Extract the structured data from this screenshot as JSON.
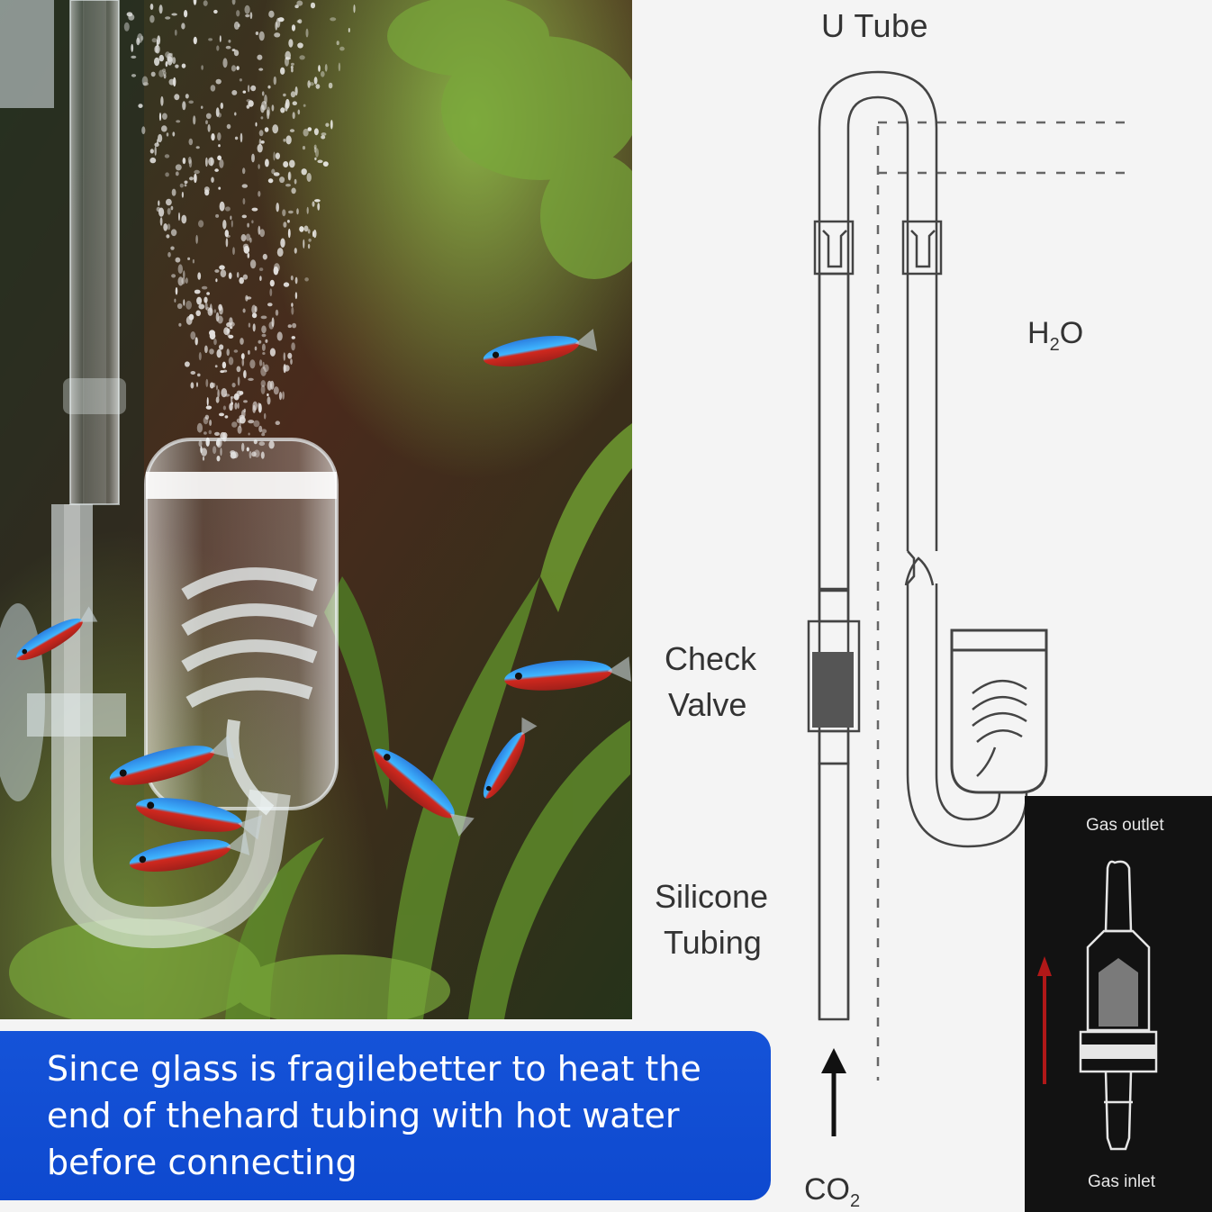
{
  "labels": {
    "u_tube": "U Tube",
    "h2o_main": "H",
    "h2o_sub": "2",
    "h2o_end": "O",
    "check_valve_line1": "Check",
    "check_valve_line2": "Valve",
    "silicone_line1": "Silicone",
    "silicone_line2": "Tubing",
    "co2_main": "CO",
    "co2_sub": "2"
  },
  "inset": {
    "gas_outlet": "Gas outlet",
    "gas_inlet": "Gas inlet"
  },
  "note": {
    "text": "Since glass is fragilebetter to heat the end of thehard tubing with hot water before connecting"
  },
  "colors": {
    "note_bg": "#1553d8",
    "arrow_red": "#b01818",
    "inset_bg": "#121212"
  }
}
